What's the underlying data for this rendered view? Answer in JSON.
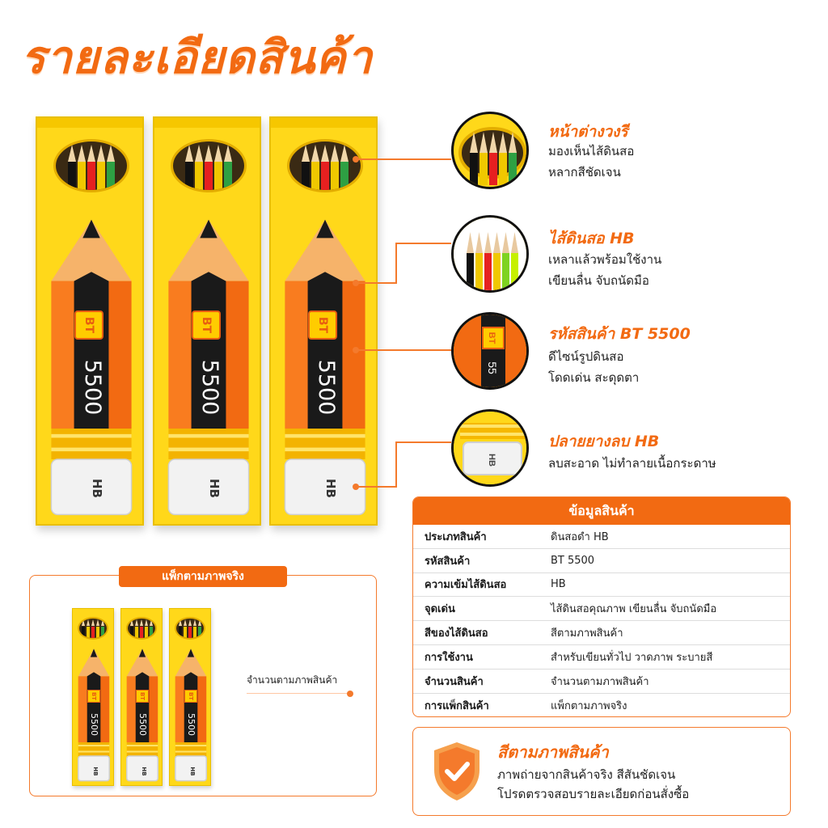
{
  "page": {
    "title": "รายละเอียดสินค้า"
  },
  "product_box": {
    "brand": "BT",
    "code": "5500",
    "grade": "HB"
  },
  "colors": {
    "accent": "#f26a12",
    "box_yellow": "#ffd81a",
    "pencil_orange": "#f26a12",
    "pencil_black": "#1a1a1a",
    "lead_colors": [
      "#111111",
      "#f0c800",
      "#e62020",
      "#f0c800",
      "#2ea043"
    ]
  },
  "callouts": [
    {
      "title": "หน้าต่างวงรี",
      "lines": [
        "มองเห็นไส้ดินสอ",
        "หลากสีชัดเจน"
      ],
      "icon": "oval-window-icon"
    },
    {
      "title": "ไส้ดินสอ HB",
      "lines": [
        "เหลาแล้วพร้อมใช้งาน",
        "เขียนลื่น จับถนัดมือ"
      ],
      "icon": "sharpened-pencils-icon"
    },
    {
      "title": "รหัสสินค้า BT 5500",
      "lines": [
        "ดีไซน์รูปดินสอ",
        "โดดเด่น สะดุดตา"
      ],
      "icon": "pencil-design-icon"
    },
    {
      "title": "ปลายยางลบ HB",
      "lines": [
        "ลบสะอาด ไม่ทำลายเนื้อกระดาษ"
      ],
      "icon": "eraser-icon"
    }
  ],
  "spec_table": {
    "title": "ข้อมูลสินค้า",
    "rows": [
      {
        "label": "ประเภทสินค้า",
        "value": "ดินสอดำ HB"
      },
      {
        "label": "รหัสสินค้า",
        "value": "BT 5500"
      },
      {
        "label": "ความเข้มไส้ดินสอ",
        "value": "HB"
      },
      {
        "label": "จุดเด่น",
        "value": "ไส้ดินสอคุณภาพ เขียนลื่น จับถนัดมือ"
      },
      {
        "label": "สีของไส้ดินสอ",
        "value": "สีตามภาพสินค้า"
      },
      {
        "label": "การใช้งาน",
        "value": "สำหรับเขียนทั่วไป วาดภาพ ระบายสี"
      },
      {
        "label": "จำนวนสินค้า",
        "value": "จำนวนตามภาพสินค้า"
      },
      {
        "label": "การแพ็กสินค้า",
        "value": "แพ็กตามภาพจริง"
      }
    ]
  },
  "pack": {
    "title": "แพ็กตามภาพจริง",
    "note": "จำนวนตามภาพสินค้า"
  },
  "color_note": {
    "title": "สีตามภาพสินค้า",
    "lines": [
      "ภาพถ่ายจากสินค้าจริง สีสันชัดเจน",
      "โปรดตรวจสอบรายละเอียดก่อนสั่งซื้อ"
    ],
    "icon": "shield-check-icon"
  }
}
